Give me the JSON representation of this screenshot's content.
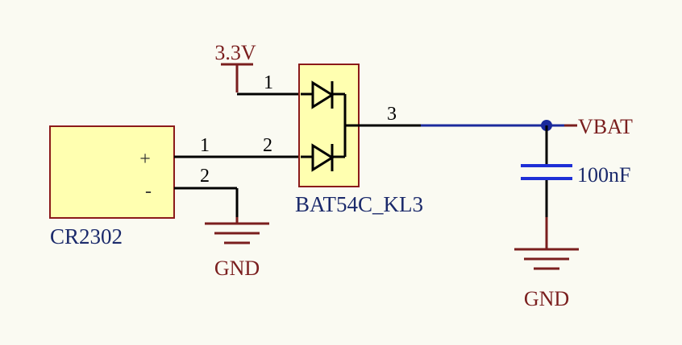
{
  "colors": {
    "background": "#FAFAF2",
    "wire": "#000000",
    "net_wire": "#1B2A9C",
    "component_body": "#FFFFB0",
    "component_outline": "#8B1A1A",
    "power_label": "#7A1E1E",
    "designator": "#1B2A6B",
    "capacitor": "#1E2FD6",
    "junction": "#1B2A9C"
  },
  "power_port": {
    "label": "3.3V"
  },
  "battery": {
    "designator": "CR2302",
    "plus_symbol": "+",
    "minus_symbol": "-",
    "pin1": "1",
    "pin2": "2"
  },
  "diode": {
    "designator": "BAT54C_KL3",
    "pin1": "1",
    "pin2": "2",
    "pin3": "3"
  },
  "net_label": "VBAT",
  "capacitor": {
    "value": "100nF"
  },
  "ground_left": {
    "label": "GND"
  },
  "ground_right": {
    "label": "GND"
  }
}
